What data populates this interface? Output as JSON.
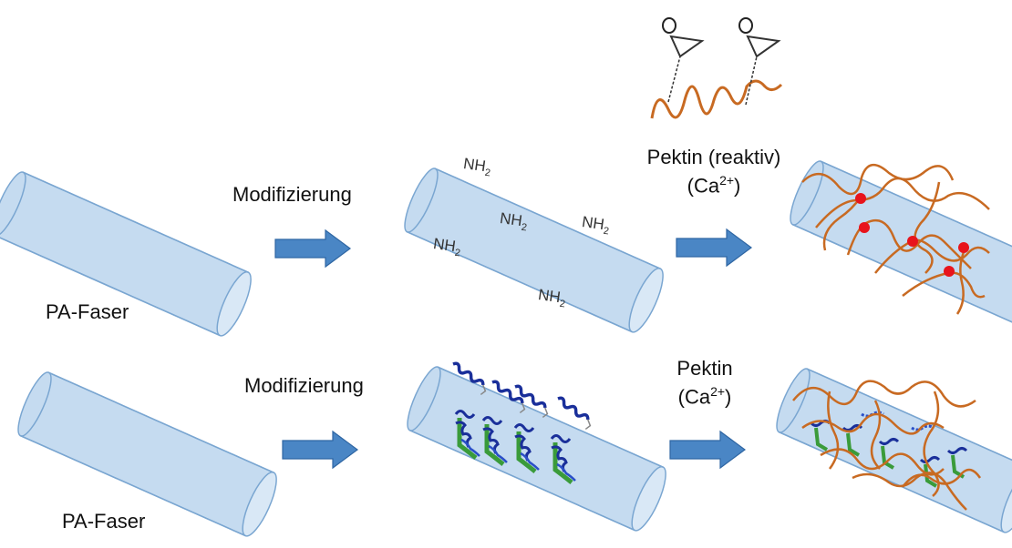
{
  "colors": {
    "fiber_fill": "#c5dbf0",
    "fiber_stroke": "#7aa6d1",
    "arrow": "#4a86c5",
    "pectin": "#c86a22",
    "crosslink": "#e8141c",
    "helix": "#1a2f9a",
    "helix_green": "#3a9b3a"
  },
  "row1": {
    "fiber_label": "PA-Faser",
    "step1_label": "Modifizierung",
    "amine_group": "NH",
    "amine_subscript": "2",
    "step2_label_line1": "Pektin (reaktiv)",
    "step2_label_line2_pre": "(Ca",
    "step2_label_line2_sup": "2+",
    "step2_label_line2_post": ")"
  },
  "row2": {
    "fiber_label": "PA-Faser",
    "step1_label": "Modifizierung",
    "step2_label_line1": "Pektin",
    "step2_label_line2_pre": "(Ca",
    "step2_label_line2_sup": "2+",
    "step2_label_line2_post": ")"
  }
}
